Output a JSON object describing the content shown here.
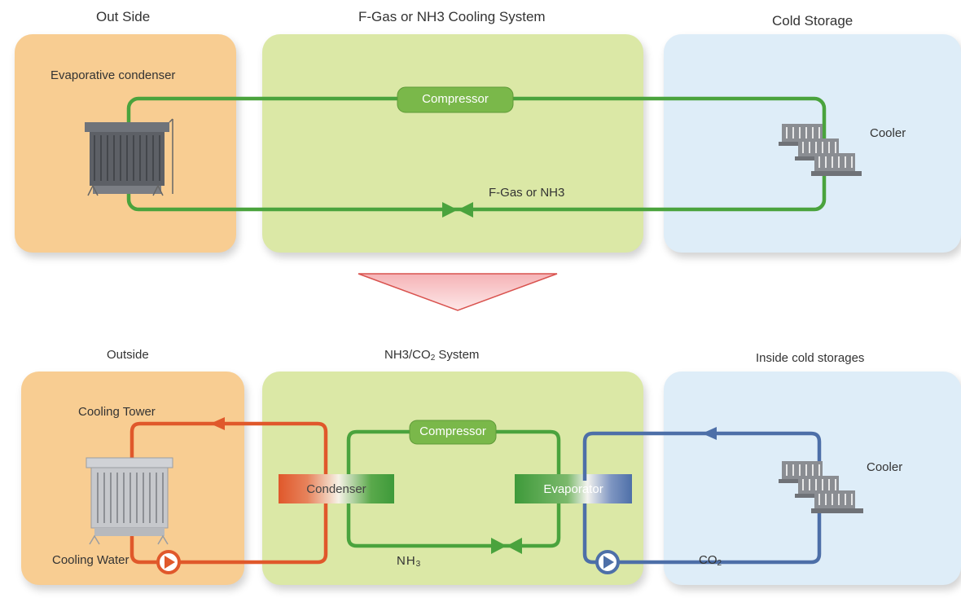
{
  "top": {
    "left_heading": "Out Side",
    "center_heading": "F-Gas or NH3 Cooling System",
    "right_heading": "Cold Storage",
    "condenser_label": "Evaporative condenser",
    "compressor_label": "Compressor",
    "refrigerant_label": "F-Gas or NH3",
    "cooler_label": "Cooler"
  },
  "bottom": {
    "left_heading": "Outside",
    "center_heading_main": "NH3/CO",
    "center_heading_sub": "2",
    "center_heading_tail": " System",
    "right_heading": "Inside cold storages",
    "tower_label": "Cooling Tower",
    "water_label": "Cooling Water",
    "compressor_label": "Compressor",
    "condenser_label": "Condenser",
    "evaporator_label": "Evaporator",
    "nh3_main": "NH",
    "nh3_sub": "3",
    "co2_main": "CO",
    "co2_sub": "2",
    "cooler_label": "Cooler"
  },
  "colors": {
    "green_loop": "#4aa33d",
    "orange_loop": "#e0582b",
    "blue_loop": "#4d6fa8",
    "arrow_fill": "#f7c7c9",
    "arrow_stroke": "#d9534f"
  }
}
